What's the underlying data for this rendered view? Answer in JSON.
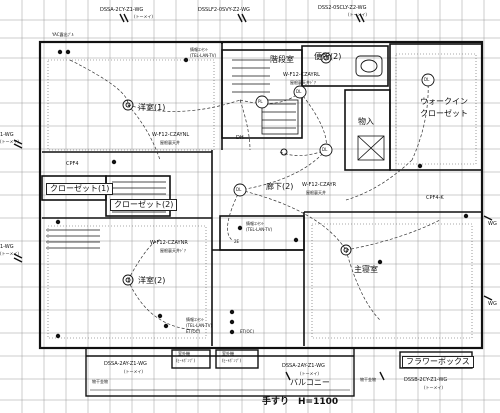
{
  "top_cables": {
    "a": "DSSA-2CY-Z1-WG",
    "a_sub": "(トーメイ)",
    "b": "DSSLF2-0SVY-Z2-WG",
    "c": "DSS2-0SCLY-Z2-WG",
    "c_sub": "(トーメイ)"
  },
  "left_cables": {
    "upper": "1-WG",
    "upper_sub": "(トーメイ)",
    "lower": "1-WG",
    "lower_sub": "(トーメイ)"
  },
  "right_cables": {
    "a": "WG",
    "b": "WG"
  },
  "rooms": {
    "stair_room": "階段室",
    "toilet": "便所(2)",
    "walkin1": "ウォークイン",
    "walkin2": "クローゼット",
    "storage": "物入",
    "western1": "洋室(1)",
    "hall": "廊下(2)",
    "closet1": "クローゼット(1)",
    "closet2": "クローゼット(2)",
    "western2": "洋室(2)",
    "master": "主寝室",
    "flower_box": "フラワーボックス",
    "balcony": "バルコニー",
    "handrail": "手すり　H=1100"
  },
  "wiring": {
    "w1": "W-F12-CZAYNL",
    "w1_sub": "屋根裏天井",
    "w2": "W-F12-CZAYRL",
    "w2_sub": "屋根裏天井ﾄﾞｱ",
    "w3": "W-F12-CZAYNR",
    "w3_sub": "屋根裏天井ﾄﾞｱ",
    "w4": "W-F12-CZAYR",
    "w4_sub": "屋根裏天井",
    "w5": "W-F12-CZAYRL"
  },
  "outlets": {
    "tel_lan_tv": "(TEL-LAN-TV)",
    "tel_lan_tv_label": "情報ｺﾝｾﾝﾄ",
    "et_oc": "ET(OC)",
    "cpf_left": "CPF4",
    "cpf_right": "CPF4-K",
    "dh": "DH",
    "ge": "2E",
    "ac_box": "YAC露出ﾌﾟﾙ"
  },
  "fixtures": {
    "dl": "DL",
    "pl": "PL"
  },
  "bottom": {
    "outdoor1": "室外機",
    "outdoor1_sub": "(ﾋｰﾄﾎﾟﾝﾌﾟ)",
    "outdoor2": "室外機",
    "outdoor2_sub": "(ﾋｰﾄﾎﾟﾝﾌﾟ)",
    "cable_left": "DSSA-2AY-Z1-WG",
    "cable_left_sub": "(トーメイ)",
    "cable_center": "DSSA-2AY-Z1-WG",
    "cable_center_sub": "(トーメイ)",
    "cable_right": "DSSB-2CY-Z1-WG",
    "cable_right_sub": "(トーメイ)",
    "bracket1": "物干金物",
    "bracket2": "物干金物"
  }
}
